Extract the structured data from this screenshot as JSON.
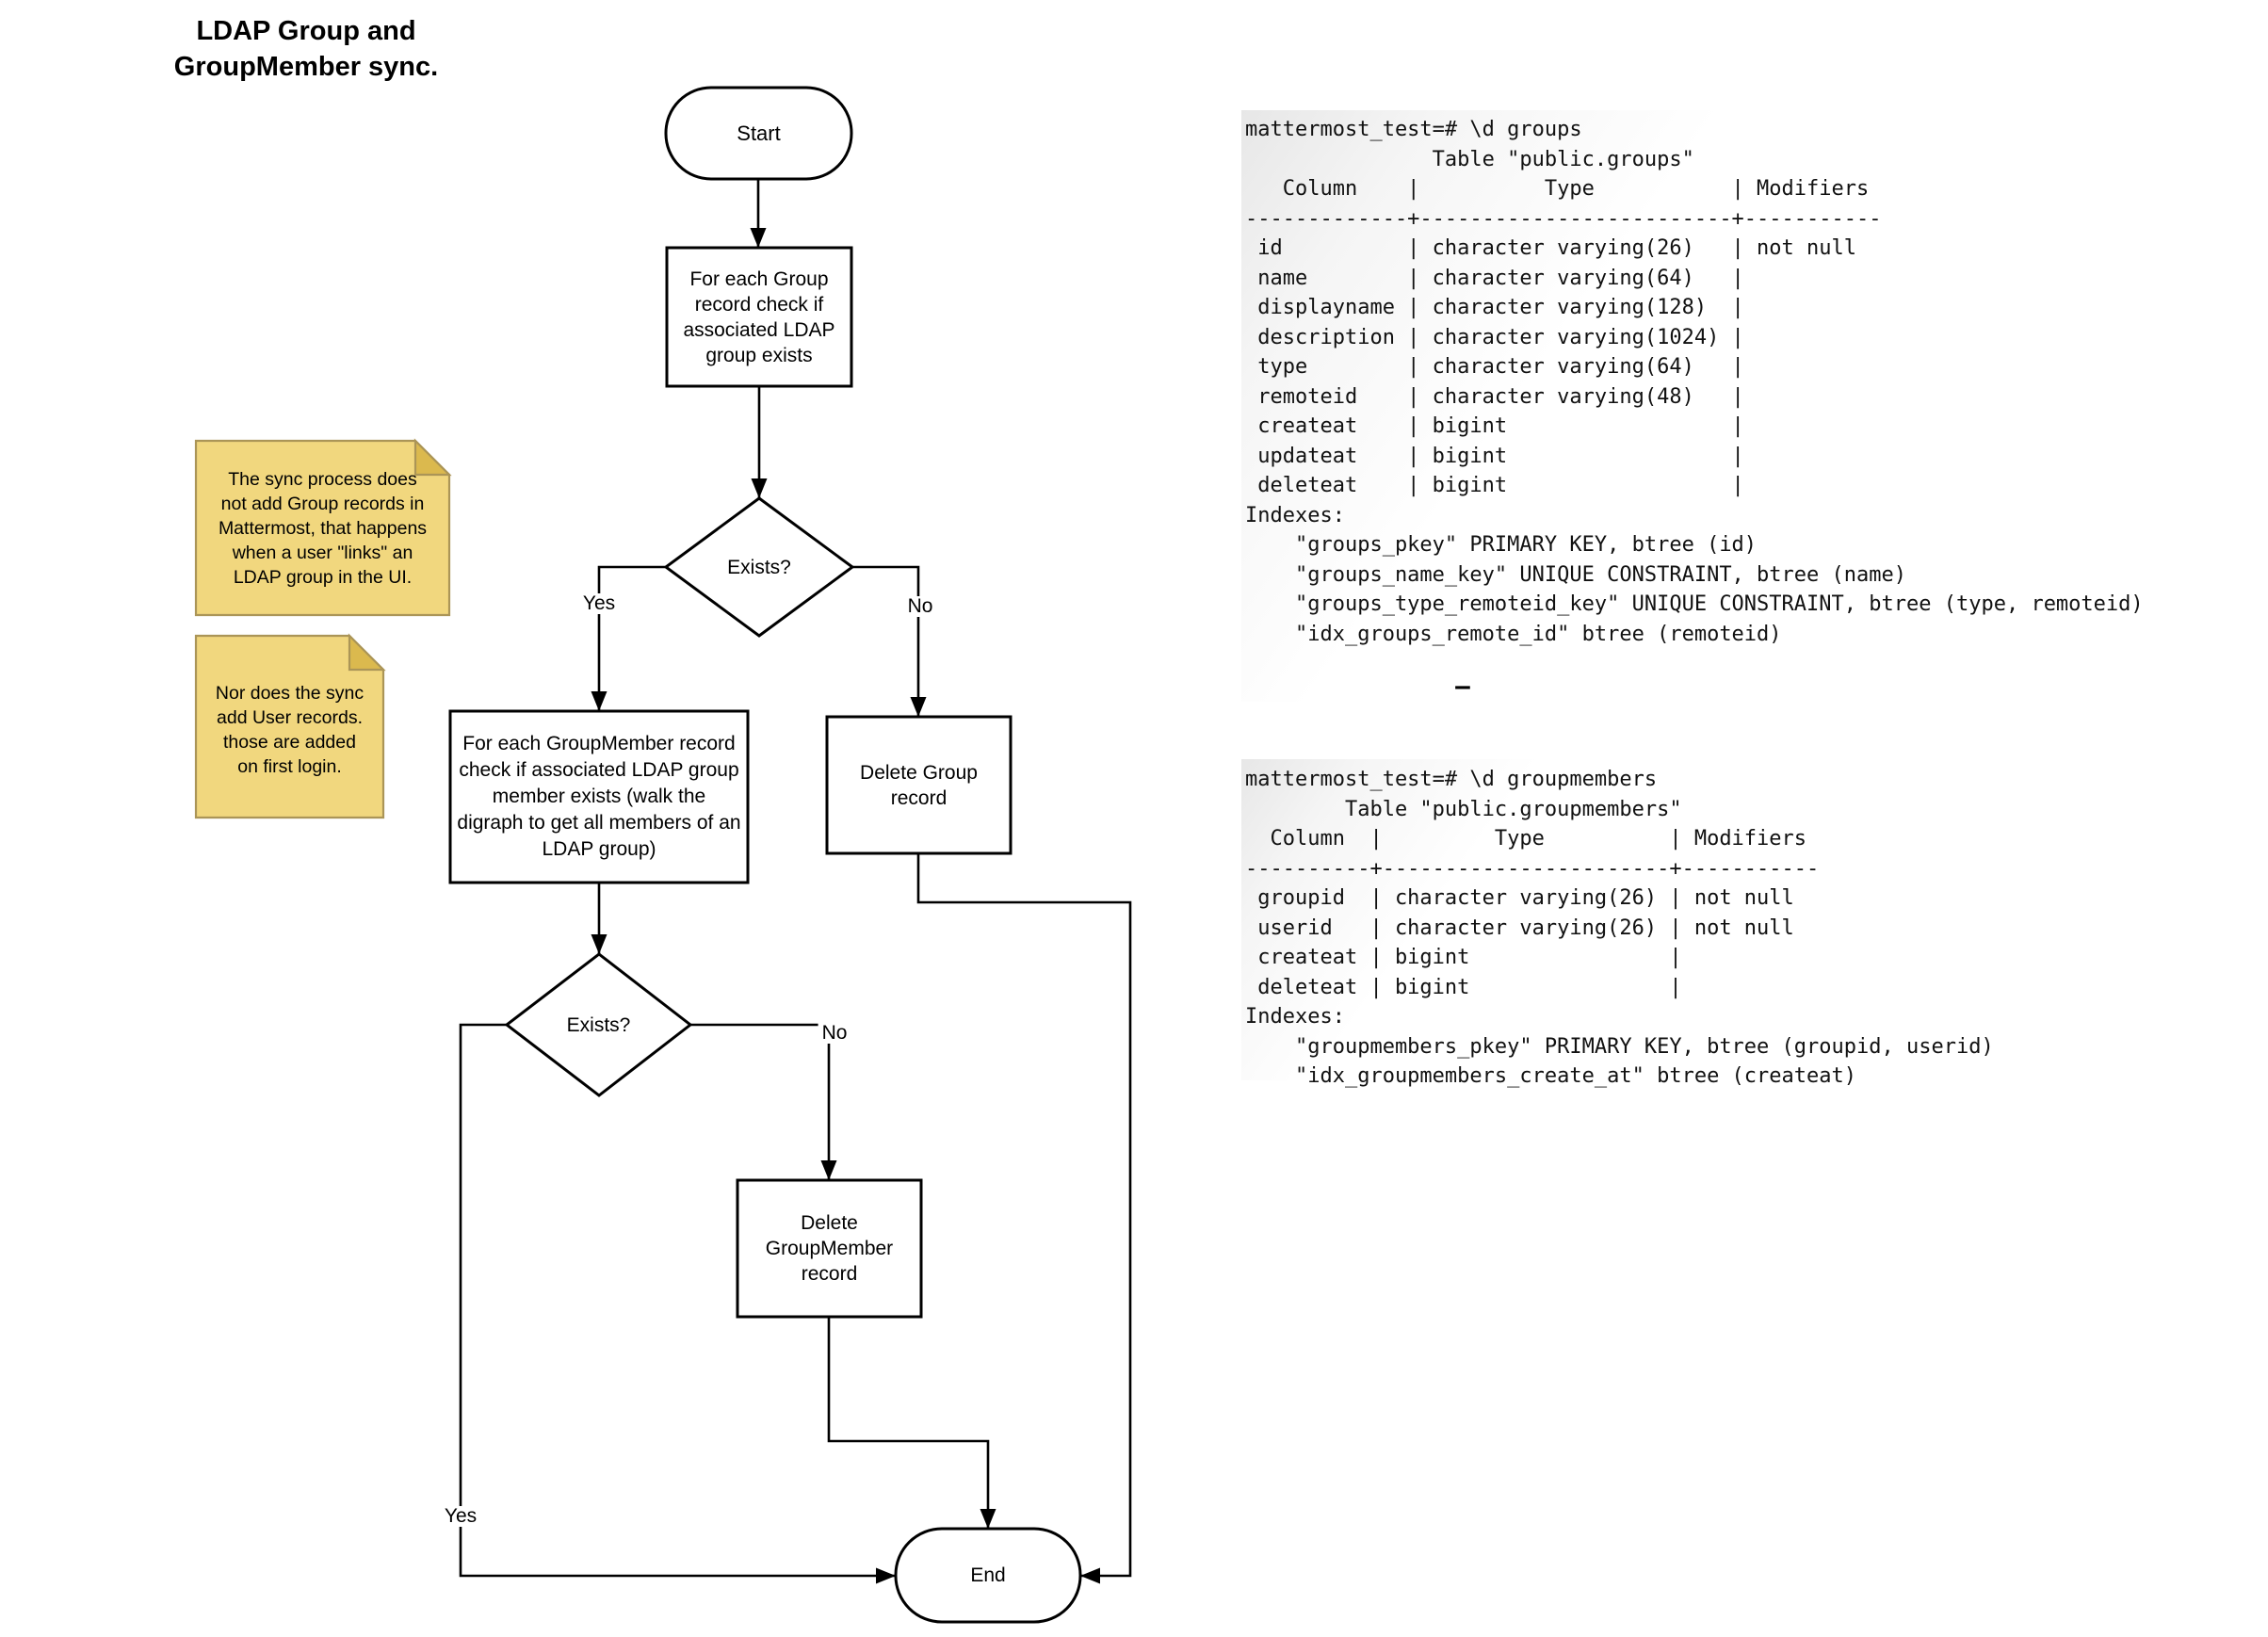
{
  "title": {
    "line1": "LDAP Group and",
    "line2": "GroupMember sync."
  },
  "flowchart": {
    "start": "Start",
    "check_group": "For each Group record check if associated LDAP group exists",
    "exists1": "Exists?",
    "yes1": "Yes",
    "no1": "No",
    "check_groupmember": "For each GroupMember record check if associated LDAP group member exists (walk the digraph to get all members of an LDAP group)",
    "delete_group": "Delete Group record",
    "exists2": "Exists?",
    "yes2": "Yes",
    "no2": "No",
    "delete_groupmember": "Delete GroupMember record",
    "end": "End"
  },
  "notes": {
    "sync_groups": "The sync process does not add Group records in Mattermost, that happens when a user \"links\" an LDAP group in the UI.",
    "sync_users": "Nor does the sync add User records. those are added on first login."
  },
  "terminal": {
    "groups": [
      "mattermost_test=# \\d groups",
      "               Table \"public.groups\"",
      "   Column    |          Type           | Modifiers",
      "-------------+-------------------------+-----------",
      " id          | character varying(26)   | not null",
      " name        | character varying(64)   |",
      " displayname | character varying(128)  |",
      " description | character varying(1024) |",
      " type        | character varying(64)   |",
      " remoteid    | character varying(48)   |",
      " createat    | bigint                  |",
      " updateat    | bigint                  |",
      " deleteat    | bigint                  |",
      "Indexes:",
      "    \"groups_pkey\" PRIMARY KEY, btree (id)",
      "    \"groups_name_key\" UNIQUE CONSTRAINT, btree (name)",
      "    \"groups_type_remoteid_key\" UNIQUE CONSTRAINT, btree (type, remoteid)",
      "    \"idx_groups_remote_id\" btree (remoteid)"
    ],
    "separator": "–",
    "groupmembers": [
      "mattermost_test=# \\d groupmembers",
      "        Table \"public.groupmembers\"",
      "  Column  |         Type          | Modifiers",
      "----------+-----------------------+-----------",
      " groupid  | character varying(26) | not null",
      " userid   | character varying(26) | not null",
      " createat | bigint                |",
      " deleteat | bigint                |",
      "Indexes:",
      "    \"groupmembers_pkey\" PRIMARY KEY, btree (groupid, userid)",
      "    \"idx_groupmembers_create_at\" btree (createat)"
    ]
  },
  "colors": {
    "note_fill": "#F1D77E",
    "note_fold": "#DBB94E",
    "note_border": "#AB9557",
    "line": "#000000"
  }
}
